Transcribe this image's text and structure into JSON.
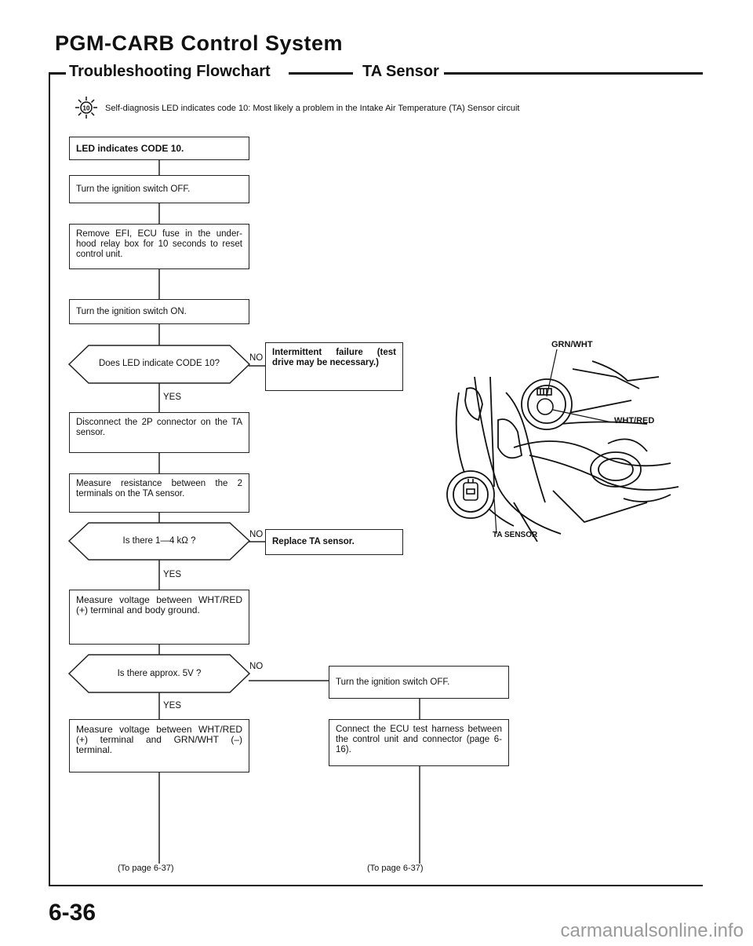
{
  "header": {
    "title": "PGM-CARB Control System",
    "section": "Troubleshooting Flowchart",
    "topic": "TA Sensor"
  },
  "intro": {
    "icon": "code-10-led-icon",
    "text": "Self-diagnosis LED indicates code 10: Most likely a problem in the Intake Air Temperature (TA) Sensor circuit"
  },
  "flow": {
    "step1": "LED indicates CODE 10.",
    "step2": "Turn the ignition switch OFF.",
    "step3": "Remove EFI, ECU fuse in the under-hood relay box for 10 seconds to reset control unit.",
    "step4": "Turn the ignition switch ON.",
    "decision1": "Does LED indicate CODE 10?",
    "decision1_no": "Intermittent failure (test drive may be necessary.)",
    "step5": "Disconnect the 2P connector on the TA sensor.",
    "step6": "Measure resistance between the 2 terminals on the TA sensor.",
    "decision2": "Is there 1—4 kΩ ?",
    "decision2_no": "Replace TA sensor.",
    "step7": "Measure voltage between WHT/RED (+) terminal and body ground.",
    "decision3": "Is there approx. 5V ?",
    "step8": "Measure voltage between WHT/RED (+) terminal and GRN/WHT (–) terminal.",
    "right1": "Turn the ignition switch OFF.",
    "right2": "Connect the ECU test harness between the control unit and connector (page 6-16).",
    "yes": "YES",
    "no": "NO",
    "to_page_left": "(To page 6-37)",
    "to_page_right": "(To page 6-37)"
  },
  "illustration": {
    "label_grn_wht": "GRN/WHT",
    "label_wht_red": "WHT/RED",
    "label_sensor": "TA SENSOR"
  },
  "footer": {
    "page_number": "6-36",
    "watermark": "carmanualsonline.info"
  }
}
